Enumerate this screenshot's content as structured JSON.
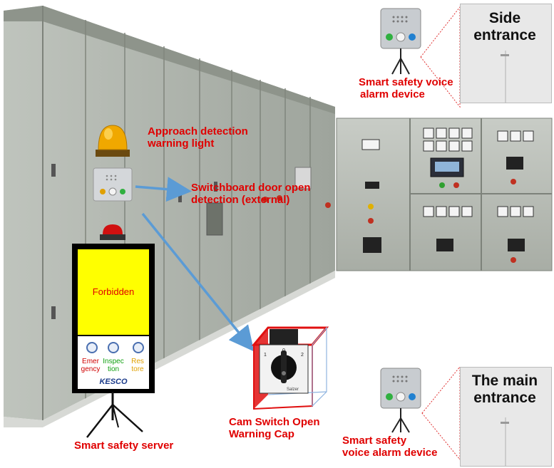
{
  "labels": {
    "approach_light": [
      "Approach detection",
      "warning light"
    ],
    "door_open": [
      "Switchboard door open",
      "detection (external)"
    ],
    "cam_switch": [
      "Cam Switch Open",
      "Warning Cap"
    ],
    "server": "Smart safety server",
    "voice_top": [
      "Smart safety voice",
      "alarm device"
    ],
    "voice_bottom": [
      "Smart safety",
      "voice alarm device"
    ]
  },
  "doors": {
    "side": [
      "Side",
      "entrance"
    ],
    "main": [
      "The main",
      "entrance"
    ]
  },
  "server_panel": {
    "screen_text": "Forbidden",
    "buttons": [
      {
        "label_lines": [
          "Emer",
          "gency"
        ],
        "color": "#d00000"
      },
      {
        "label_lines": [
          "Inspec",
          "tion"
        ],
        "color": "#10a010"
      },
      {
        "label_lines": [
          "Res",
          "tore"
        ],
        "color": "#e0a000"
      }
    ],
    "logo": "KESCO"
  },
  "cam_switch_face": {
    "numbers": [
      "1",
      "0",
      "2"
    ],
    "brand": "Salzer"
  },
  "colors": {
    "label": "#e00000",
    "arrow": "#5b9bd5",
    "screen": "#ffff00",
    "cap_red": "#e01010"
  }
}
